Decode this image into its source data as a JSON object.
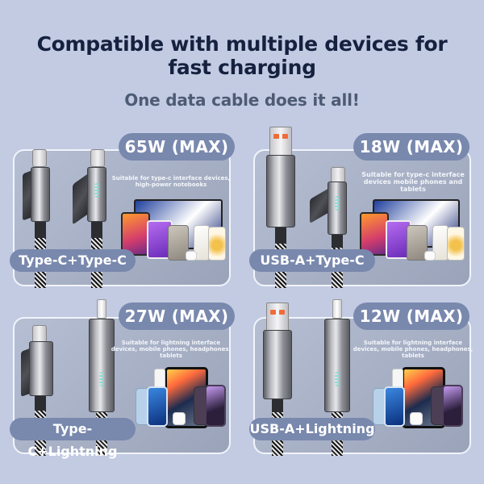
{
  "header": {
    "title_line1": "Compatible with multiple devices for",
    "title_line2": "fast charging",
    "subtitle": "One data cable does it all!"
  },
  "colors": {
    "background": "#c2cbe2",
    "title": "#15213f",
    "subtitle": "#4d5b74",
    "pill": "#7988ad",
    "card_border": "#f1f4fb",
    "usb_a_pins": "#f06b3a"
  },
  "cards": [
    {
      "power": "65W (MAX)",
      "type": "Type-C+Type-C",
      "description": "Suitable for type-c interface devices, high-power notebooks",
      "connectors": [
        "type-c",
        "type-c"
      ],
      "devices": [
        "laptop",
        "tablet",
        "phone",
        "phone",
        "phone",
        "earbuds"
      ]
    },
    {
      "power": "18W (MAX)",
      "type": "USB-A+Type-C",
      "description": "Suitable for type-c interface devices mobile phones and tablets",
      "connectors": [
        "usb-a",
        "type-c"
      ],
      "devices": [
        "laptop",
        "tablet",
        "phone",
        "phone",
        "phone",
        "earbuds"
      ]
    },
    {
      "power": "27W (MAX)",
      "type": "Type-C+Lightning",
      "description": "Suitable for lightning interface devices, mobile phones, headphones, tablets",
      "connectors": [
        "type-c",
        "lightning"
      ],
      "devices": [
        "tablet",
        "phone",
        "phone",
        "ipod",
        "earbuds"
      ]
    },
    {
      "power": "12W (MAX)",
      "type": "USB-A+Lightning",
      "description": "Suitable for lightning interface devices, mobile phones, headphones, tablets",
      "connectors": [
        "usb-a",
        "lightning"
      ],
      "devices": [
        "tablet",
        "phone",
        "phone",
        "ipod",
        "earbuds"
      ]
    }
  ]
}
